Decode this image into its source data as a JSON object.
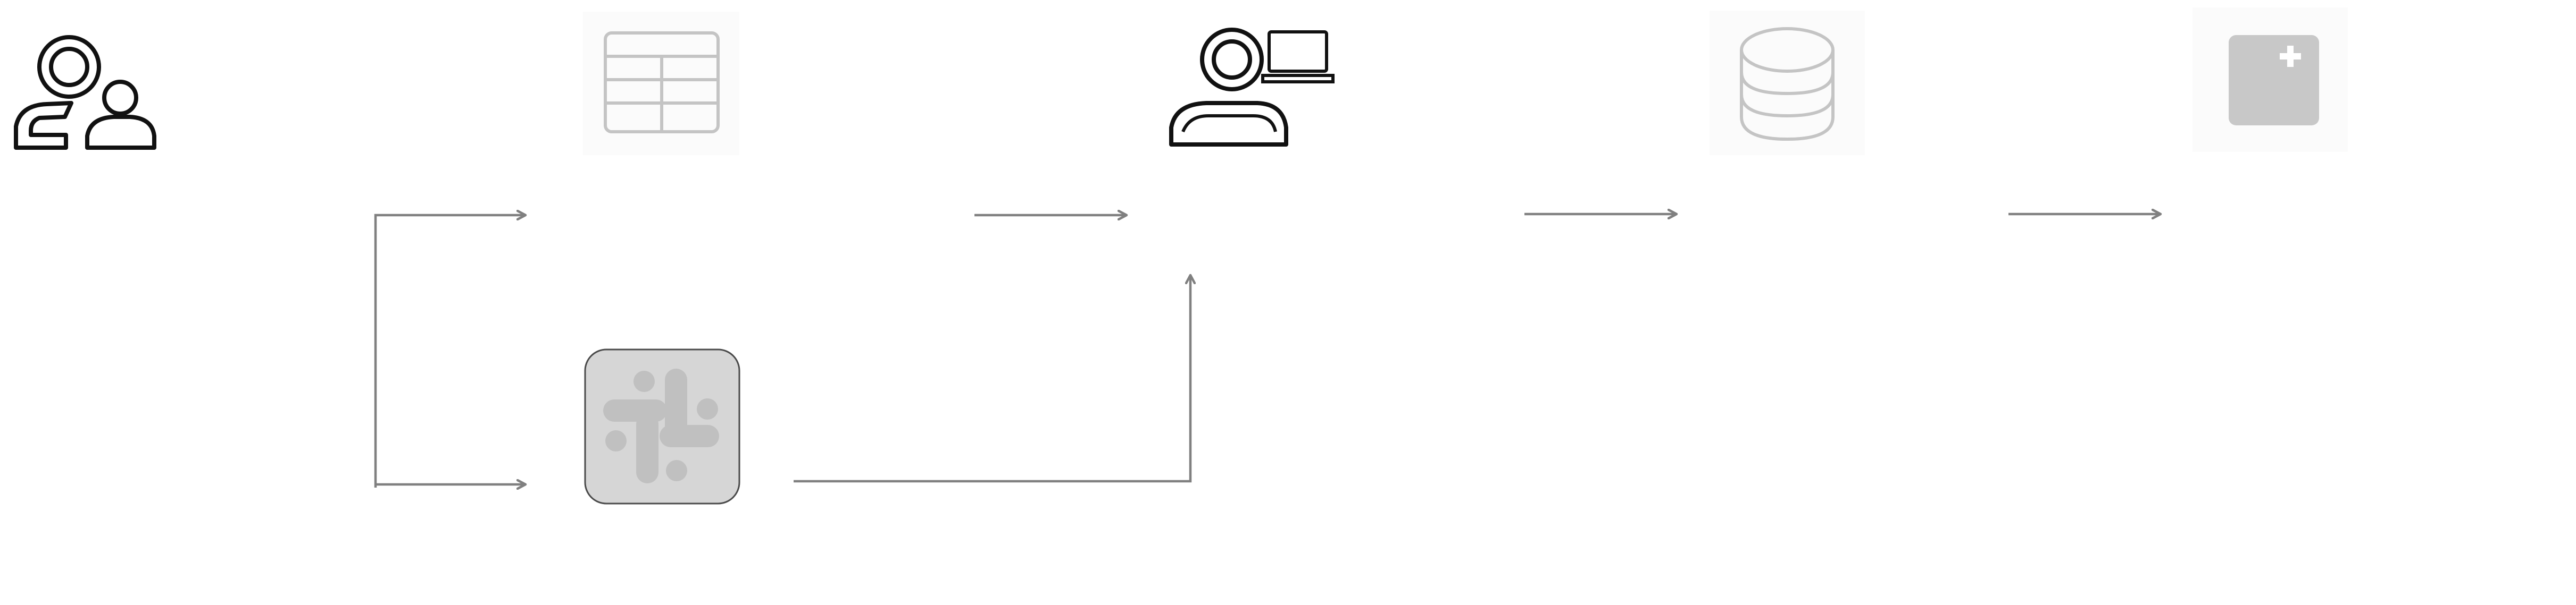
{
  "diagram": {
    "nodes": [
      {
        "id": "users",
        "icon": "users-icon"
      },
      {
        "id": "spreadsheet",
        "icon": "spreadsheet-icon"
      },
      {
        "id": "slack",
        "icon": "slack-icon"
      },
      {
        "id": "agent",
        "icon": "person-laptop-icon"
      },
      {
        "id": "database",
        "icon": "database-icon"
      },
      {
        "id": "app",
        "icon": "app-plus-icon"
      }
    ],
    "edges": [
      {
        "from": "users",
        "to": "spreadsheet"
      },
      {
        "from": "users",
        "to": "slack"
      },
      {
        "from": "spreadsheet",
        "to": "agent"
      },
      {
        "from": "slack",
        "to": "agent"
      },
      {
        "from": "agent",
        "to": "database"
      },
      {
        "from": "database",
        "to": "app"
      }
    ],
    "colors": {
      "active_icon": "#111111",
      "muted_icon": "#c4c4c4",
      "muted_fill": "#c8c8c8",
      "tile_bg": "#d6d6d6",
      "tile_border": "#4a4a4a",
      "connector": "#808080"
    }
  }
}
